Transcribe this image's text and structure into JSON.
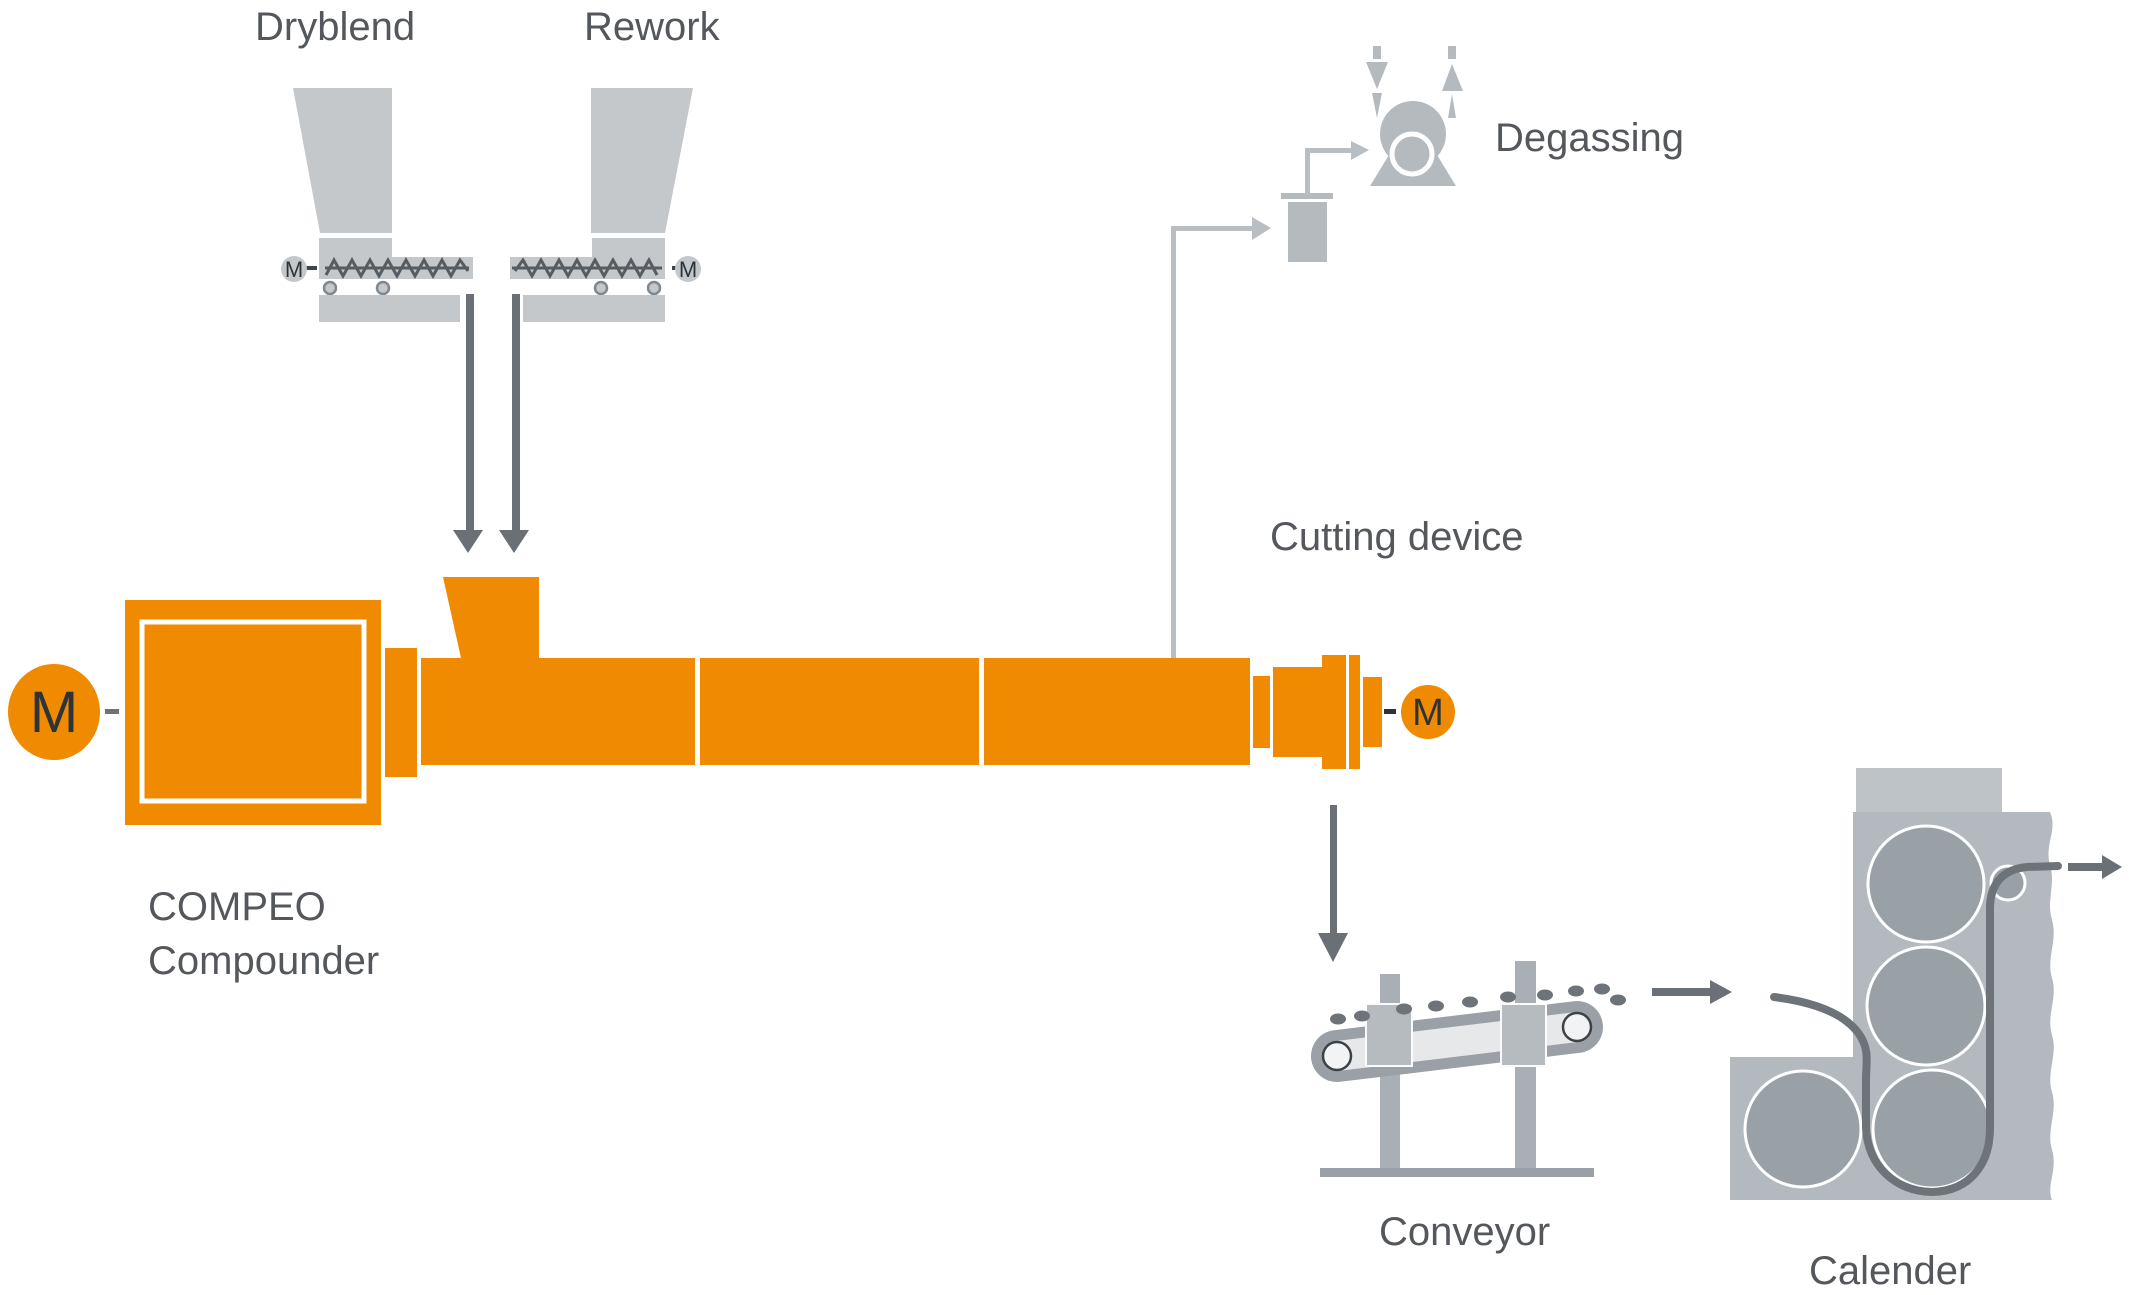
{
  "components": {
    "dryblend_feeder": {
      "label": "Dryblend",
      "motor_label": "M"
    },
    "rework_feeder": {
      "label": "Rework",
      "motor_label": "M"
    },
    "compounder": {
      "name_line1": "COMPEO",
      "name_line2": "Compounder",
      "main_motor_label": "M",
      "discharge_motor_label": "M"
    },
    "degassing": {
      "label": "Degassing"
    },
    "cutting_device": {
      "label": "Cutting device"
    },
    "conveyor": {
      "label": "Conveyor"
    },
    "calender": {
      "label": "Calender"
    }
  },
  "colors": {
    "brand_orange": "#F08A00",
    "feeder_gray": "#C4C8CB",
    "degassing_gray": "#B5BABE",
    "dark_line_gray": "#6A7076",
    "conveyor_belt_gray": "#9AA0A5",
    "calender_body_gray": "#B3B9BE",
    "label_text_gray": "#54585C",
    "background": "#FFFFFF"
  }
}
